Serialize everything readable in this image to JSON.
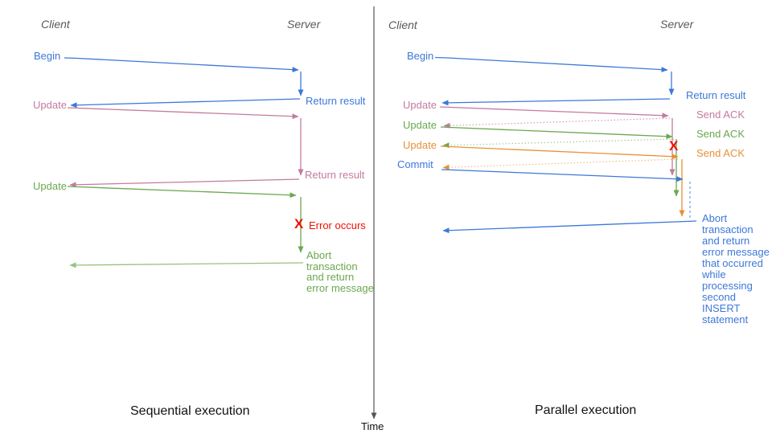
{
  "diagram": {
    "time_label": "Time",
    "left": {
      "client": "Client",
      "server": "Server",
      "caption": "Sequential execution",
      "begin": "Begin",
      "return_result_1": "Return result",
      "update_1": "Update",
      "return_result_2": "Return result",
      "update_2": "Update",
      "error_x": "X",
      "error_label": "Error occurs",
      "abort_note": "Abort\ntransaction\nand return\nerror message"
    },
    "right": {
      "client": "Client",
      "server": "Server",
      "caption": "Parallel execution",
      "begin": "Begin",
      "return_result": "Return result",
      "update_1": "Update",
      "send_ack_1": "Send ACK",
      "update_2": "Update",
      "send_ack_2": "Send ACK",
      "update_3": "Update",
      "send_ack_3": "Send ACK",
      "commit": "Commit",
      "error_x": "X",
      "abort_note": "Abort\ntransaction\nand return\nerror message\nthat occurred\nwhile\nprocessing\nsecond\nINSERT\nstatement"
    },
    "colors": {
      "blue": "#3c78d8",
      "pink": "#c27ba0",
      "green": "#6aa84f",
      "light_green": "#93c47d",
      "orange": "#e69138",
      "red": "#ee1100",
      "axis_gray": "#555555",
      "header_gray": "#595959",
      "dashed_blue": "#6d9eeb"
    }
  }
}
